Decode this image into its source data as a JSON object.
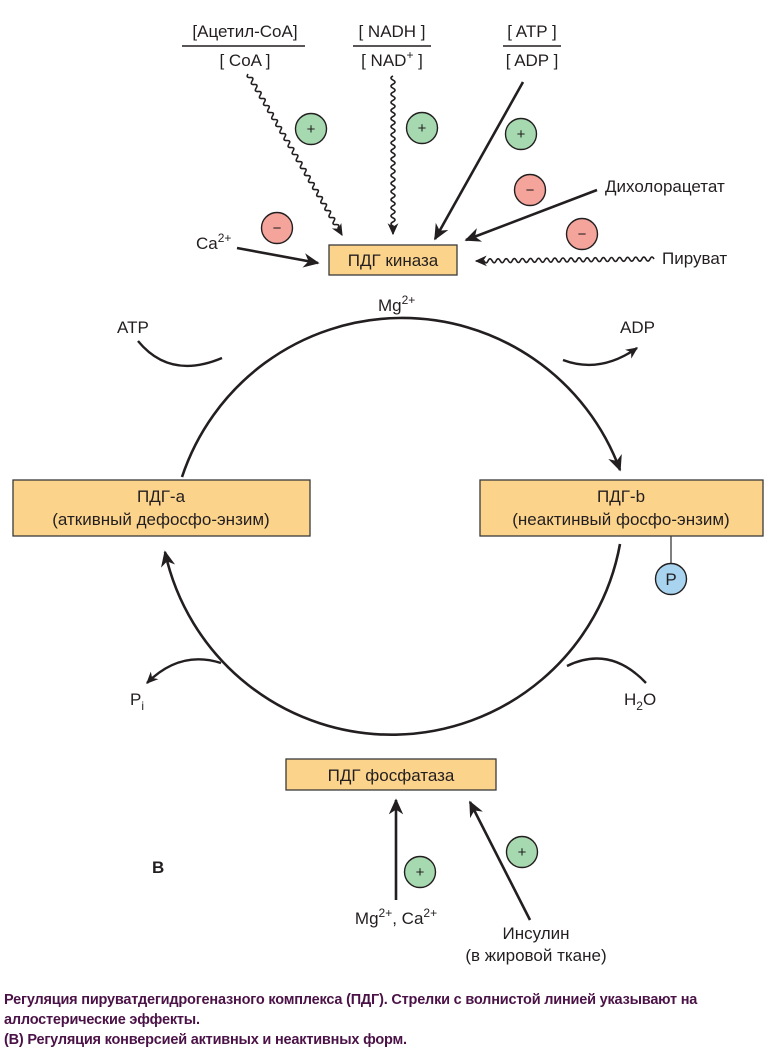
{
  "figure": {
    "panel_label": "B",
    "colors": {
      "box_fill": "#fcd38b",
      "box_stroke": "#3a3a3a",
      "activator_fill": "#a7d9b0",
      "inhibitor_fill": "#f4a49a",
      "phosphate_fill": "#a8d4ef",
      "line": "#231f20",
      "caption": "#4a1246"
    },
    "boxes": {
      "kinase": "ПДГ киназа",
      "active": {
        "line1": "ПДГ-а",
        "line2": "(аткивный дефосфо-энзим)"
      },
      "inactive": {
        "line1": "ПДГ-b",
        "line2": "(неактинвый фосфо-энзим)"
      },
      "phosphatase": "ПДГ фосфатаза"
    },
    "ratios": [
      {
        "numerator": "[Ацетил-CoA]",
        "denominator": "[ CoA ]",
        "effect": "+",
        "arrow": "wavy"
      },
      {
        "numerator": "[ NADH ]",
        "denominator_base": "[ NAD",
        "denominator_sup": "+",
        "denominator_end": " ]",
        "effect": "+",
        "arrow": "wavy"
      },
      {
        "numerator": "[ ATP ]",
        "denominator": "[ ADP ]",
        "effect": "+",
        "arrow": "straight"
      }
    ],
    "kinase_effectors": {
      "calcium": {
        "base": "Ca",
        "sup": "2+",
        "effect": "−"
      },
      "dichloroacetate": {
        "label": "Дихолорацетат",
        "effect": "−"
      },
      "pyruvate": {
        "label": "Пируват",
        "effect": "−",
        "arrow": "wavy"
      }
    },
    "cofactor_kinase": {
      "base": "Mg",
      "sup": "2+"
    },
    "cycle": {
      "atp": "ATP",
      "adp": "ADP",
      "pi": {
        "base": "P",
        "sub": "i"
      },
      "water": {
        "h": "H",
        "sub": "2",
        "o": "O"
      },
      "phosphate_tag": "P"
    },
    "phosphatase_effectors": {
      "ions": {
        "mg": "Mg",
        "mg_sup": "2+",
        "sep": ", ",
        "ca": "Ca",
        "ca_sup": "2+",
        "effect": "+"
      },
      "insulin": {
        "line1": "Инсулин",
        "line2": "(в жировой ткане)",
        "effect": "+"
      }
    }
  },
  "caption": {
    "line1": "Регуляция пируватдегидрогеназного комплекса (ПДГ). Стрелки с волнистой линией указывают на",
    "line2": "аллостерические эффекты.",
    "line3": "(В) Регуляция конверсией активных и неактивных форм."
  }
}
